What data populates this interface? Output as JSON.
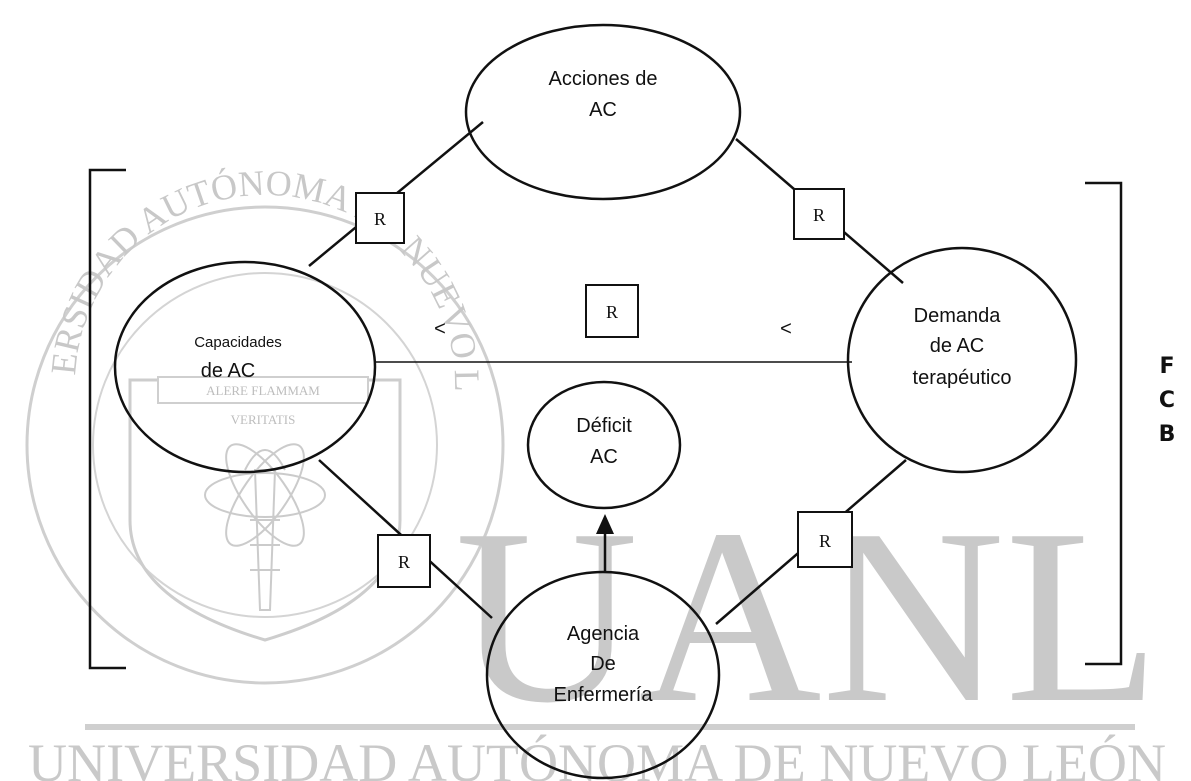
{
  "watermark": {
    "seal_text": "UNIVERSIDAD AUTÓNOMA DE NUEVO LEÓN",
    "seal_motto_1": "ALERE FLAMMAM",
    "seal_motto_2": "VERITATIS",
    "initials": "UANL",
    "bottom_text": "UNIVERSIDAD AUTÓNOMA DE NUEVO LEÓN",
    "color": "#c9c9c9"
  },
  "nodes": {
    "acciones": {
      "line1": "Acciones de",
      "line2": "AC"
    },
    "capacidades": {
      "line1": "Capacidades",
      "line2": "de AC"
    },
    "demanda": {
      "line1": "Demanda",
      "line2": "de AC",
      "line3": "terapéutico"
    },
    "deficit": {
      "line1": "Déficit",
      "line2": "AC"
    },
    "agencia": {
      "line1": "Agencia",
      "line2": "De",
      "line3": "Enfermería"
    }
  },
  "relations": {
    "label": "R",
    "less_than_left": "<",
    "less_than_right": "<"
  },
  "side_label": {
    "letters": [
      "F",
      "C",
      "B"
    ]
  },
  "colors": {
    "ink": "#111111",
    "watermark": "#c9c9c9"
  }
}
